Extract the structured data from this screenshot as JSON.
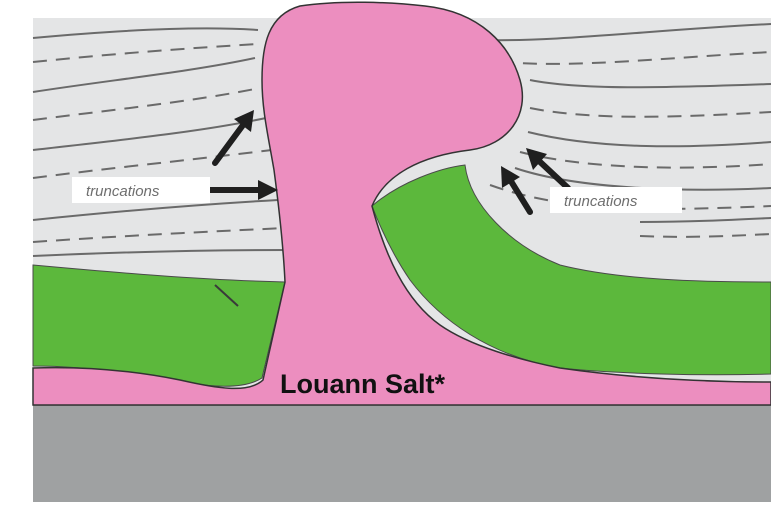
{
  "labels": {
    "truncations_left": "truncations",
    "truncations_right": "truncations",
    "salt": "Louann Salt*"
  },
  "colors": {
    "salt": "#ec8ebf",
    "green_layer": "#5cb83c",
    "basement": "#9fa1a2",
    "overburden": "#e4e5e6",
    "strata_lines": "#6a6a6a",
    "arrows": "#1f1f1f"
  }
}
